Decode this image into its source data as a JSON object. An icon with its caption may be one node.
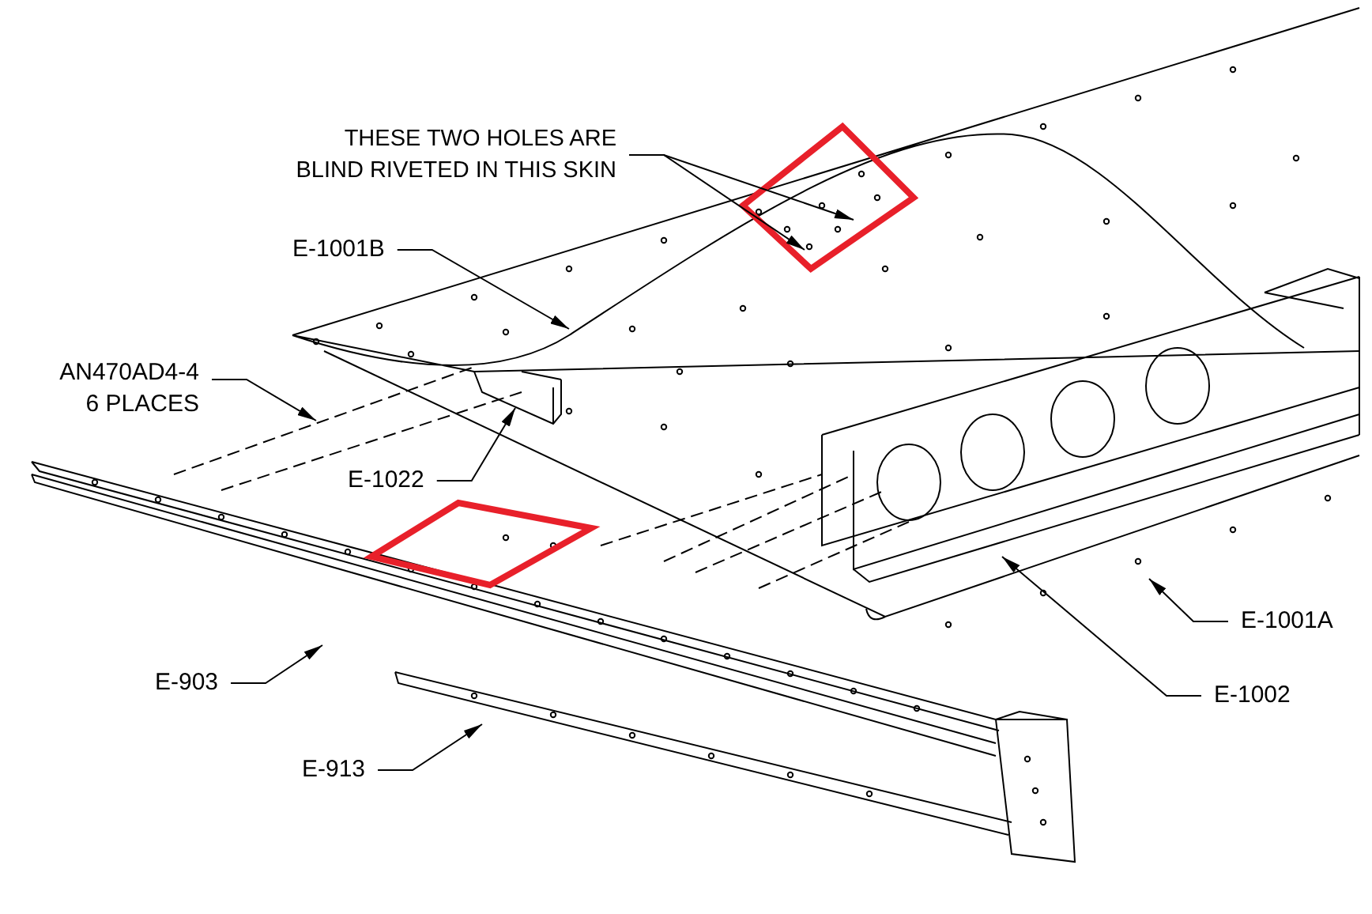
{
  "diagram": {
    "nodes": [
      {
        "text": [
          "THESE TWO HOLES ARE BLIND RIVETED IN THIS SKIN"
        ]
      },
      {
        "text": [
          "E-1001B"
        ]
      },
      {
        "text": [
          "AN470AD4-4 6 PLACES"
        ]
      },
      {
        "text": [
          "E-1022"
        ]
      },
      {
        "text": [
          "E-903"
        ]
      },
      {
        "text": [
          "E-913"
        ]
      },
      {
        "text": [
          "E-1001A"
        ]
      },
      {
        "text": [
          "E-1002"
        ]
      }
    ],
    "edges": [
      {
        "from": 0,
        "to": null,
        "arrow": "to"
      },
      {
        "from": 0,
        "to": null,
        "arrow": "to"
      },
      {
        "from": 1,
        "to": null,
        "arrow": "to"
      },
      {
        "from": 2,
        "to": null,
        "arrow": "to"
      },
      {
        "from": 3,
        "to": null,
        "arrow": "to"
      },
      {
        "from": 4,
        "to": null,
        "arrow": "to"
      },
      {
        "from": 5,
        "to": null,
        "arrow": "to"
      },
      {
        "from": 6,
        "to": null,
        "arrow": "to"
      },
      {
        "from": 7,
        "to": null,
        "arrow": "to"
      }
    ]
  }
}
